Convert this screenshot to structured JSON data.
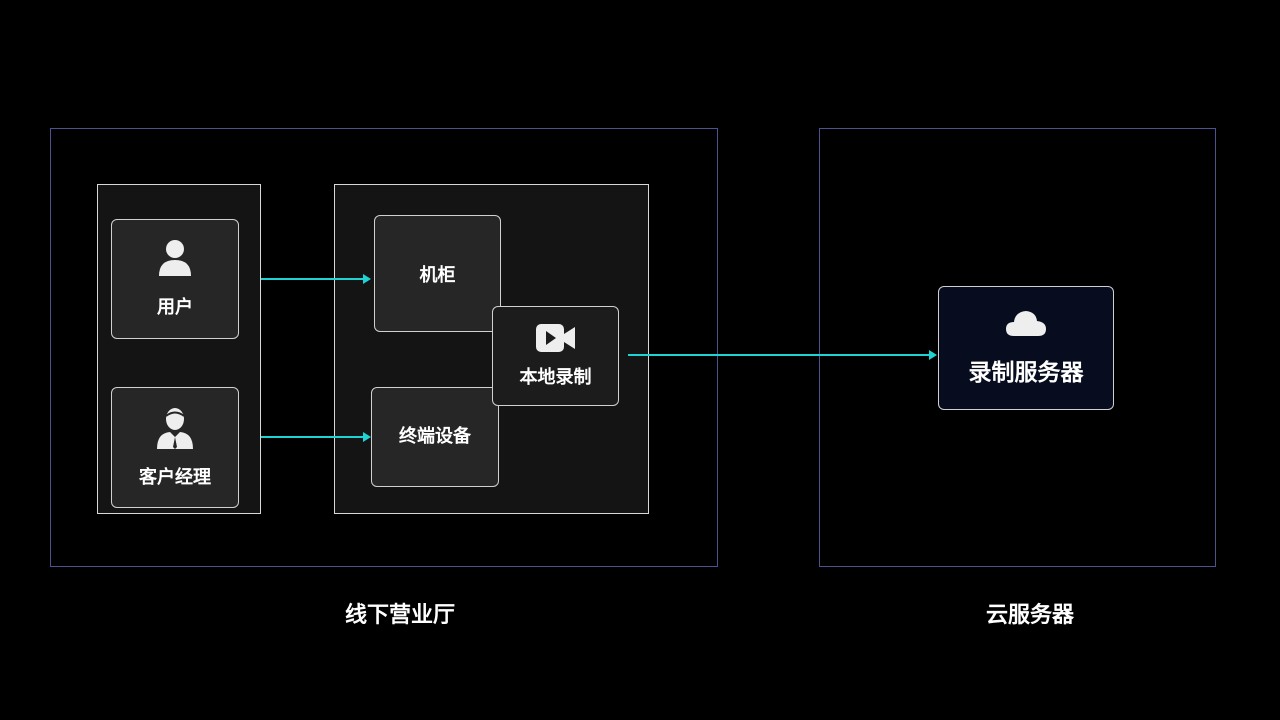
{
  "regions": {
    "offline": {
      "label": "线下营业厅"
    },
    "cloud": {
      "label": "云服务器"
    }
  },
  "nodes": {
    "user": {
      "label": "用户",
      "icon": "user-icon"
    },
    "manager": {
      "label": "客户经理",
      "icon": "businessman-icon"
    },
    "cabinet": {
      "label": "机柜"
    },
    "terminal": {
      "label": "终端设备"
    },
    "local_record": {
      "label": "本地录制",
      "icon": "video-camera-icon"
    },
    "record_server": {
      "label": "录制服务器",
      "icon": "cloud-icon"
    }
  },
  "colors": {
    "arrow": "#1fd3d3",
    "region_border": "#4a5290",
    "server_bg": "#070d1f"
  }
}
